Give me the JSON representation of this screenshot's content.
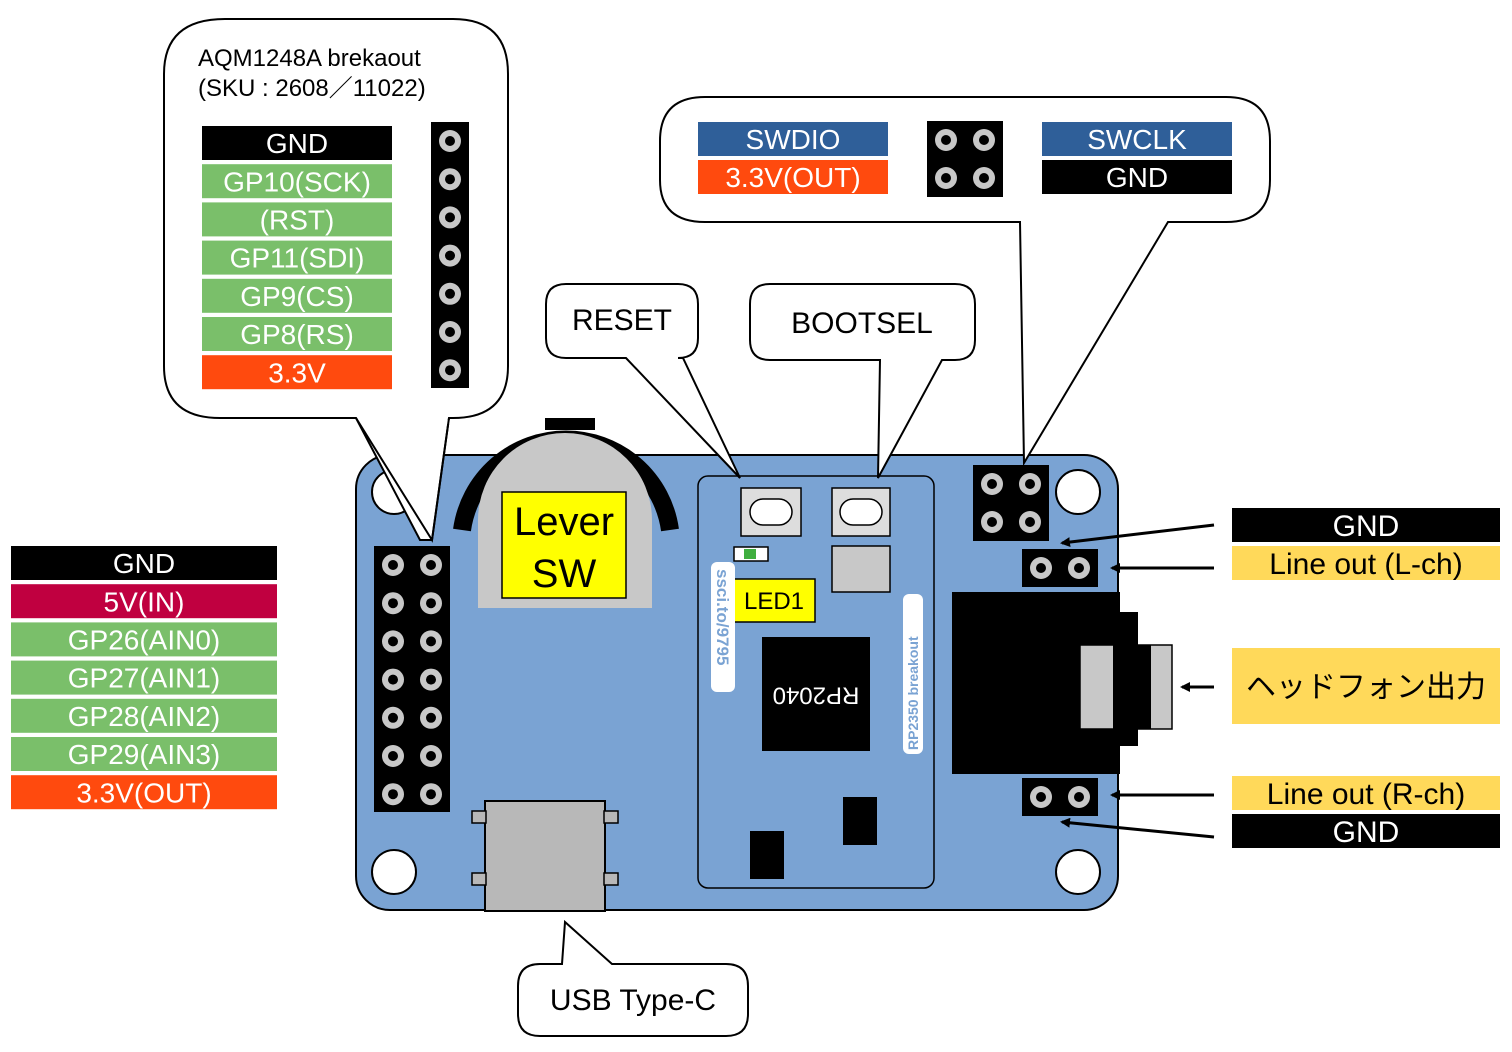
{
  "colors": {
    "board": "#7aa3d3",
    "black": "#000000",
    "green": "#7abf6a",
    "orange": "#ff4a0e",
    "crimson": "#c00040",
    "blue": "#2f5f99",
    "yellow": "#ffff00",
    "light_yellow": "#ffd95a",
    "gray": "#c8c8c8",
    "white": "#ffffff"
  },
  "callouts": {
    "lcd_title_line1": "AQM1248A brekaout",
    "lcd_title_line2": "(SKU : 2608／11022)",
    "reset": "RESET",
    "bootsel": "BOOTSEL",
    "usb": "USB Type-C"
  },
  "lcd_pins": [
    {
      "label": "GND",
      "color": "black"
    },
    {
      "label": "GP10(SCK)",
      "color": "green"
    },
    {
      "label": "(RST)",
      "color": "green"
    },
    {
      "label": "GP11(SDI)",
      "color": "green"
    },
    {
      "label": "GP9(CS)",
      "color": "green"
    },
    {
      "label": "GP8(RS)",
      "color": "green"
    },
    {
      "label": "3.3V",
      "color": "orange"
    }
  ],
  "swd": {
    "left": [
      {
        "label": "SWDIO",
        "color": "blue"
      },
      {
        "label": "3.3V(OUT)",
        "color": "orange"
      }
    ],
    "right": [
      {
        "label": "SWCLK",
        "color": "blue"
      },
      {
        "label": "GND",
        "color": "black"
      }
    ]
  },
  "left_pins": [
    {
      "label": "GND",
      "color": "black"
    },
    {
      "label": "5V(IN)",
      "color": "crimson"
    },
    {
      "label": "GP26(AIN0)",
      "color": "green"
    },
    {
      "label": "GP27(AIN1)",
      "color": "green"
    },
    {
      "label": "GP28(AIN2)",
      "color": "green"
    },
    {
      "label": "GP29(AIN3)",
      "color": "green"
    },
    {
      "label": "3.3V(OUT)",
      "color": "orange"
    }
  ],
  "audio": {
    "gnd_top": "GND",
    "line_l": "Line out (L-ch)",
    "headphone": "ヘッドフォン出力",
    "line_r": "Line out (R-ch)",
    "gnd_bottom": "GND"
  },
  "board": {
    "lever_sw_line1": "Lever",
    "lever_sw_line2": "SW",
    "led1": "LED1",
    "chip": "RP2040",
    "silk_url": "ssci.to/9795",
    "silk_name": "RP2350 breakout"
  }
}
